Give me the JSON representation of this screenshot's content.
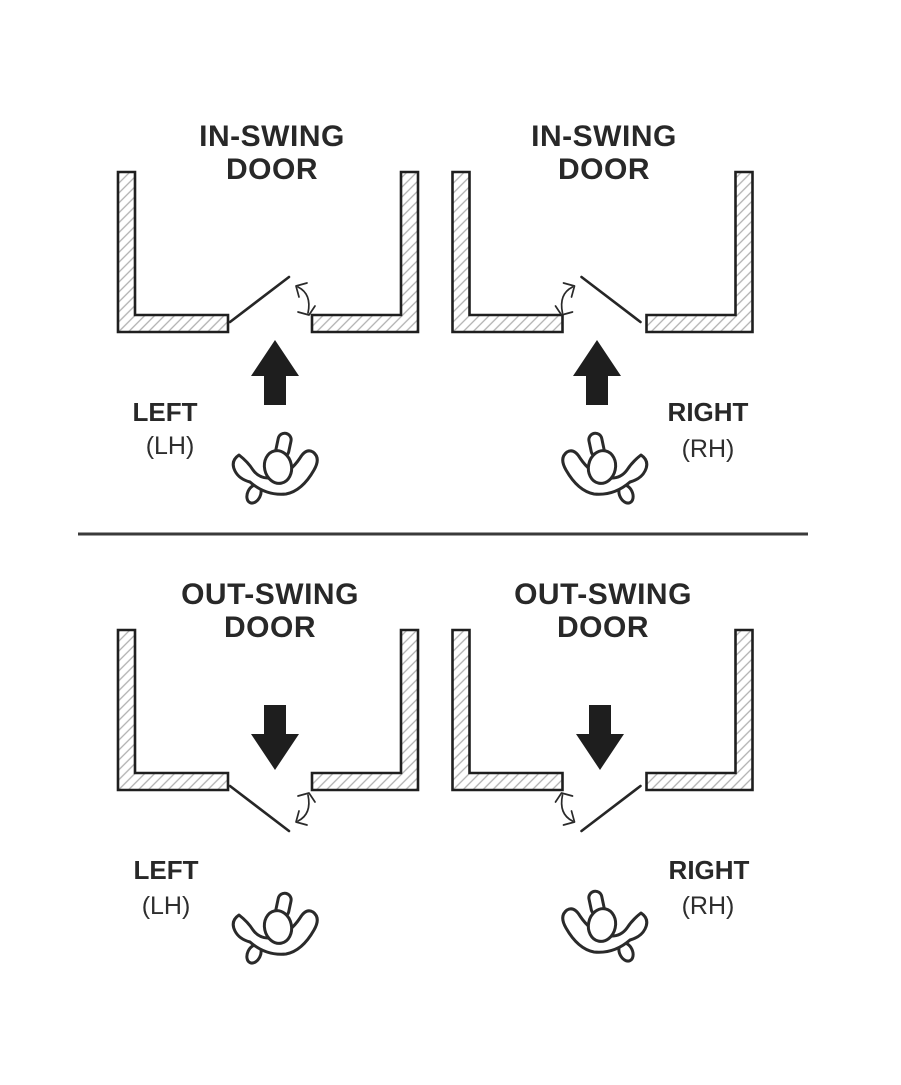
{
  "diagram": {
    "kind": "door-handing-swing-chart",
    "colors": {
      "background": "#ffffff",
      "ink": "#2a2a2a",
      "wall_outline": "#1f1f1f",
      "hatch": "#b0b0b0",
      "divider": "#3a3a3a",
      "arrow_fill": "#1e1e1e"
    }
  },
  "quadrants": [
    {
      "id": "in-swing-left",
      "title_line1": "IN-SWING",
      "title_line2": "DOOR",
      "hand": "LEFT",
      "hand_abbr": "(LH)"
    },
    {
      "id": "in-swing-right",
      "title_line1": "IN-SWING",
      "title_line2": "DOOR",
      "hand": "RIGHT",
      "hand_abbr": "(RH)"
    },
    {
      "id": "out-swing-left",
      "title_line1": "OUT-SWING",
      "title_line2": "DOOR",
      "hand": "LEFT",
      "hand_abbr": "(LH)"
    },
    {
      "id": "out-swing-right",
      "title_line1": "OUT-SWING",
      "title_line2": "DOOR",
      "hand": "RIGHT",
      "hand_abbr": "(RH)"
    }
  ]
}
